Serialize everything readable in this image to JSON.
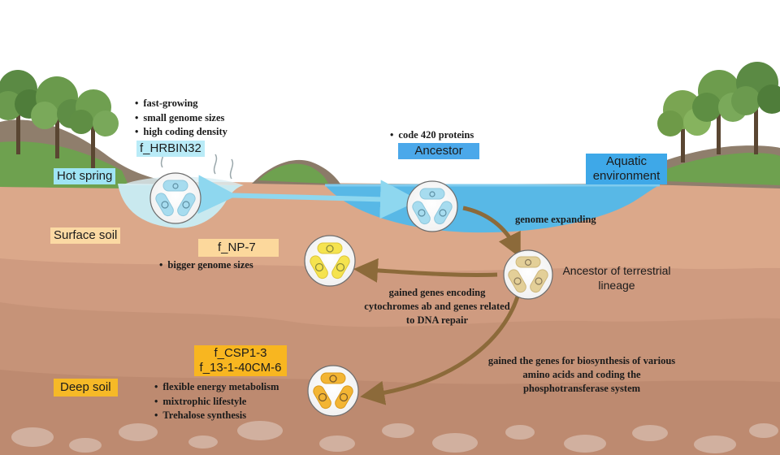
{
  "colors": {
    "sky": "#ffffff",
    "soil_top": "#d9a98c",
    "soil_mid": "#cd9c82",
    "soil_deep": "#bf8d74",
    "water": "#58b8e6",
    "hot_spring": "#c9e9ef",
    "arrow_blue": "#8ed7ef",
    "arrow_brown": "#8c6a3a",
    "tag_blue_light": "#a9e4f5",
    "tag_blue": "#56aee8",
    "tag_orange_light": "#fcd79a",
    "tag_orange": "#f7b92a"
  },
  "environments": {
    "hot_spring": "Hot spring",
    "aquatic": "Aquatic environment",
    "surface_soil": "Surface soil",
    "deep_soil": "Deep soil"
  },
  "lineages": {
    "hrbin32": {
      "name": "f_HRBIN32",
      "traits": [
        "fast-growing",
        "small genome sizes",
        "high coding density"
      ]
    },
    "ancestor": {
      "name": "Ancestor",
      "traits": [
        "code 420 proteins"
      ]
    },
    "terrestrial": {
      "name": "Ancestor of terrestrial lineage"
    },
    "np7": {
      "name": "f_NP-7",
      "traits": [
        "bigger genome sizes"
      ]
    },
    "csp": {
      "name_1": "f_CSP1-3",
      "name_2": "f_13-1-40CM-6",
      "traits": [
        "flexible energy metabolism",
        "mixtrophic lifestyle",
        "Trehalose synthesis"
      ]
    }
  },
  "transitions": {
    "expanding": "genome expanding",
    "to_np7": "gained genes encoding cytochromes ab and genes related to DNA repair",
    "to_csp": "gained the genes for biosynthesis of various amino acids and coding the phosphotransferase system"
  }
}
